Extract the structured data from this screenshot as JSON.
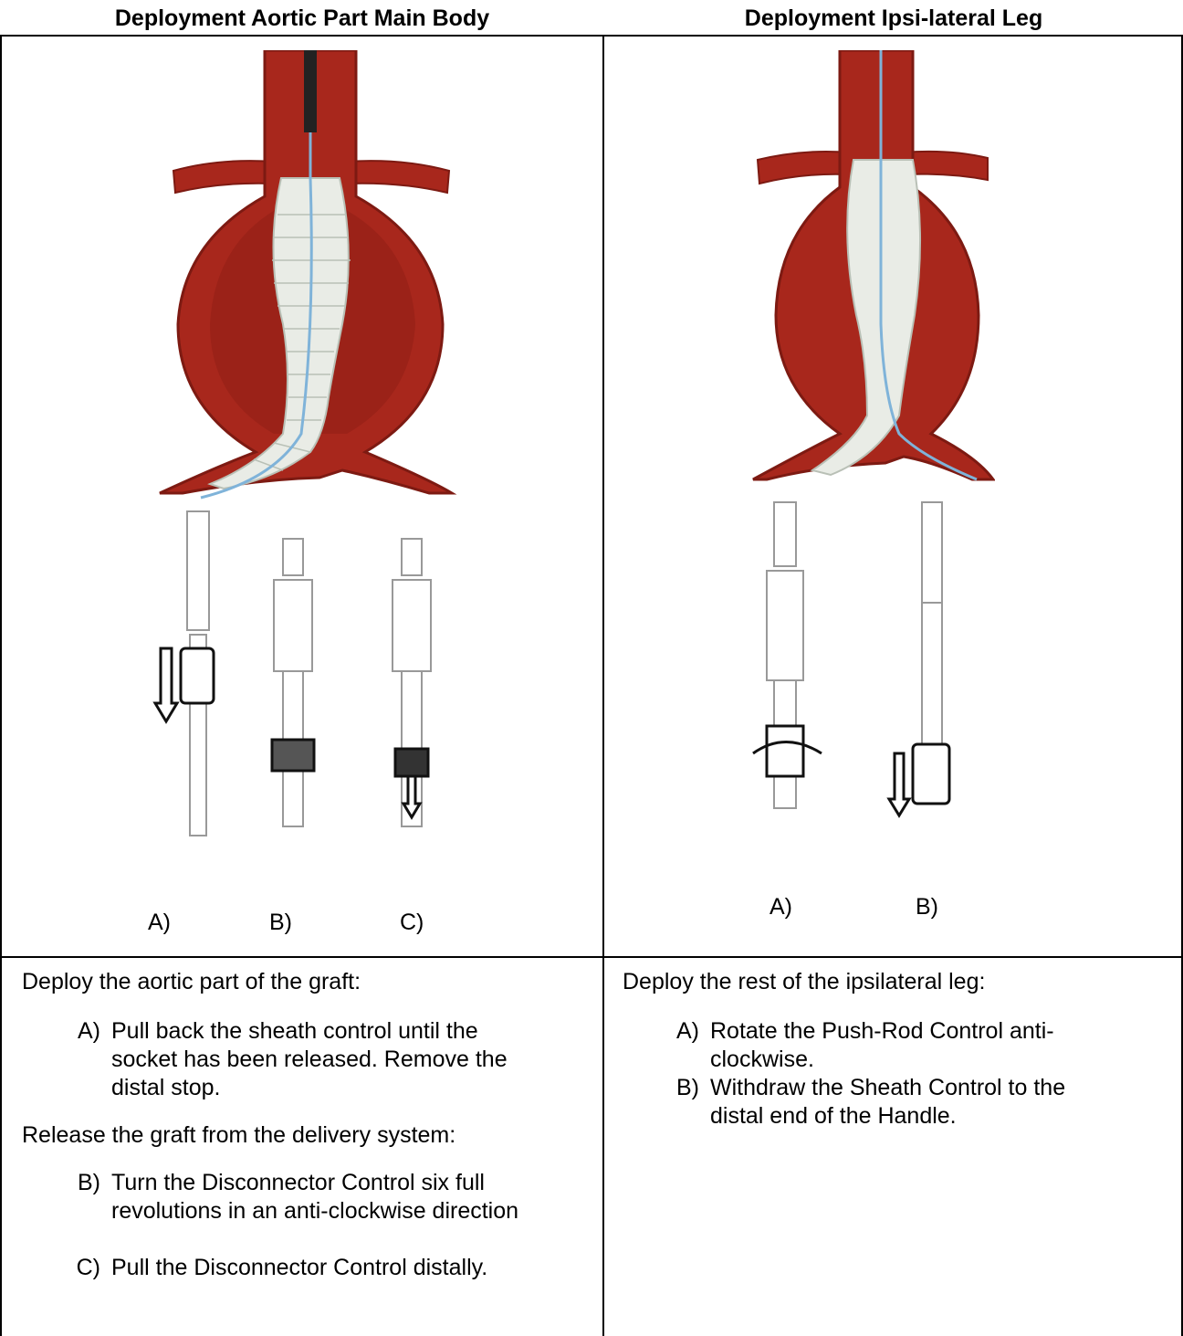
{
  "headers": {
    "left": "Deployment Aortic Part Main Body",
    "right": "Deployment Ipsi-lateral Leg"
  },
  "figure_left": {
    "label_a": "A)",
    "label_b": "B)",
    "label_c": "C)"
  },
  "figure_right": {
    "label_a": "A)",
    "label_b": "B)"
  },
  "left_text": {
    "intro1": "Deploy the aortic part of the graft:",
    "step_a_label": "A)",
    "step_a_text": "Pull  back the sheath control until the socket has been released. Remove the distal stop.",
    "intro2": "Release the graft from the delivery system:",
    "step_b_label": "B)",
    "step_b_text": "Turn the Disconnector Control six full revolutions in an anti-clockwise direction",
    "step_c_label": "C)",
    "step_c_text": "Pull the Disconnector Control distally."
  },
  "right_text": {
    "intro": "Deploy the  rest of the ipsilateral leg:",
    "step_a_label": "A)",
    "step_a_text": "Rotate the Push-Rod Control anti-clockwise.",
    "step_b_label": "B)",
    "step_b_text": "Withdraw the Sheath Control to the distal end of the Handle."
  },
  "colors": {
    "vessel": "#a8271c",
    "vessel_dark": "#7d1a12",
    "graft": "#e9ece6",
    "wire": "#7fb3d9"
  }
}
